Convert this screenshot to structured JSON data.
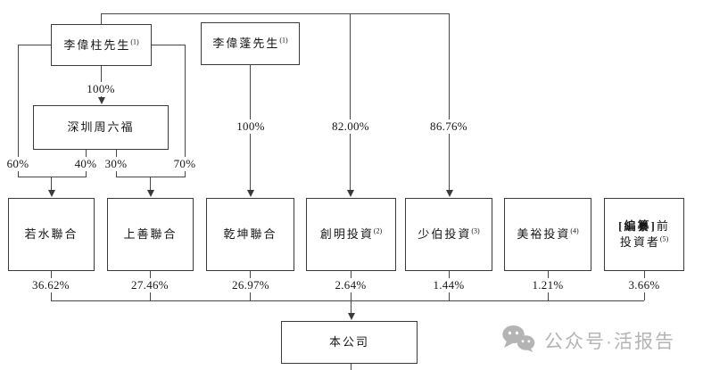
{
  "diagram": {
    "top_persons": [
      {
        "label": "李偉柱先生",
        "sup": "(1)"
      },
      {
        "label": "李偉蓬先生",
        "sup": "(1)"
      }
    ],
    "intermediate_company": {
      "label": "深圳周六福"
    },
    "edge_labels": {
      "liweizhu_to_shenzhen": "100%",
      "ruoshui_from_liweizhu": "60%",
      "ruoshui_from_shenzhen": "40%",
      "shangshan_from_shenzhen": "30%",
      "shangshan_from_liweizhu": "70%",
      "qiankun_from_liweipeng": "100%",
      "chuangming_from_top": "82.00%",
      "shaobo_from_top": "86.76%"
    },
    "shareholders": [
      {
        "label": "若水聯合",
        "sup": "",
        "pct": "36.62%"
      },
      {
        "label": "上善聯合",
        "sup": "",
        "pct": "27.46%"
      },
      {
        "label": "乾坤聯合",
        "sup": "",
        "pct": "26.97%"
      },
      {
        "label": "創明投資",
        "sup": "(2)",
        "pct": "2.64%"
      },
      {
        "label": "少伯投資",
        "sup": "(3)",
        "pct": "1.44%"
      },
      {
        "label": "美裕投資",
        "sup": "(4)",
        "pct": "1.21%"
      },
      {
        "label_bold": "[編纂]",
        "label_line1_rest": "前",
        "label_line2": "投資者",
        "sup": "(5)",
        "pct": "3.66%"
      }
    ],
    "company": {
      "label": "本公司"
    }
  },
  "watermark": {
    "icon": "wechat-icon",
    "text": "公众号·活报告",
    "color": "#b4b4b4"
  },
  "colors": {
    "line": "#474747",
    "box_border": "#3a3a3a",
    "text": "#161616",
    "background": "#ffffff"
  }
}
